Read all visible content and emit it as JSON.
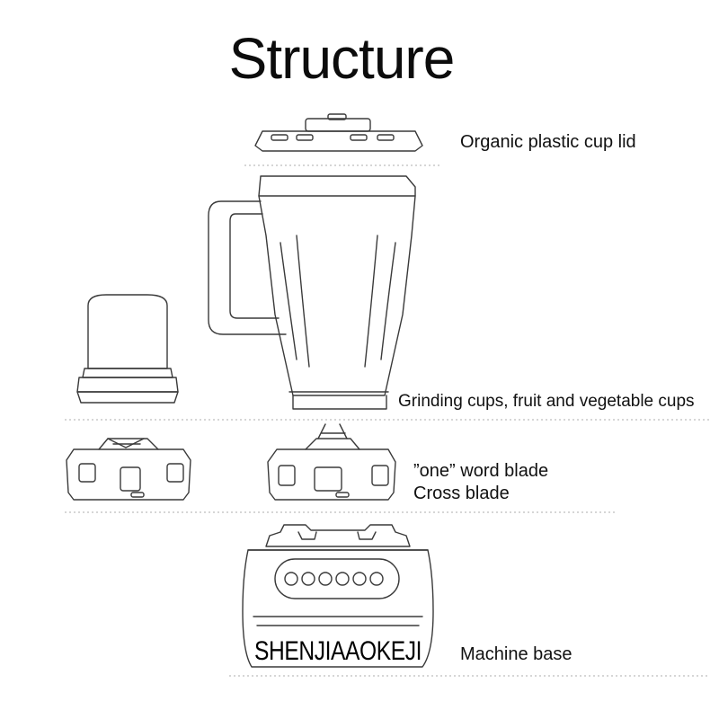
{
  "title": "Structure",
  "labels": {
    "lid": "Organic plastic cup lid",
    "cups": "Grinding cups, fruit and vegetable cups",
    "blade_one": "”one” word blade",
    "blade_cross": "Cross blade",
    "base": "Machine base"
  },
  "watermark": "SHENJIAAOKEJI",
  "colors": {
    "line": "#3a3a3a",
    "divider": "#c9c9c9",
    "text": "#111111"
  }
}
